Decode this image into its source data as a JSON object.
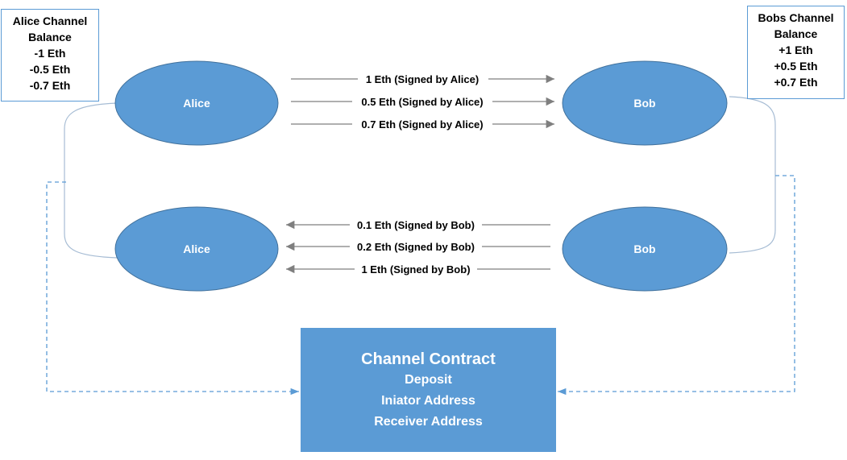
{
  "alice_balance": {
    "heading_line1": "Alice Channel",
    "heading_line2": "Balance",
    "entries": [
      "-1 Eth",
      "-0.5 Eth",
      "-0.7 Eth"
    ]
  },
  "bob_balance": {
    "heading_line1": "Bobs Channel",
    "heading_line2": "Balance",
    "entries": [
      "+1 Eth",
      "+0.5 Eth",
      "+0.7 Eth"
    ]
  },
  "nodes": {
    "alice_top": "Alice",
    "bob_top": "Bob",
    "alice_bottom": "Alice",
    "bob_bottom": "Bob"
  },
  "payments_to_bob": [
    "1 Eth (Signed by Alice)",
    "0.5 Eth (Signed by Alice)",
    "0.7 Eth (Signed by Alice)"
  ],
  "payments_to_alice": [
    "0.1 Eth (Signed by Bob)",
    "0.2 Eth (Signed by Bob)",
    "1 Eth (Signed by Bob)"
  ],
  "contract": {
    "title": "Channel Contract",
    "fields": [
      "Deposit",
      "Iniator Address",
      "Receiver Address"
    ]
  },
  "colors": {
    "node_fill": "#5b9bd5",
    "node_stroke": "#41719c",
    "arrow": "#7f7f7f",
    "dashed": "#5b9bd5",
    "connector": "#a6bcd4"
  }
}
